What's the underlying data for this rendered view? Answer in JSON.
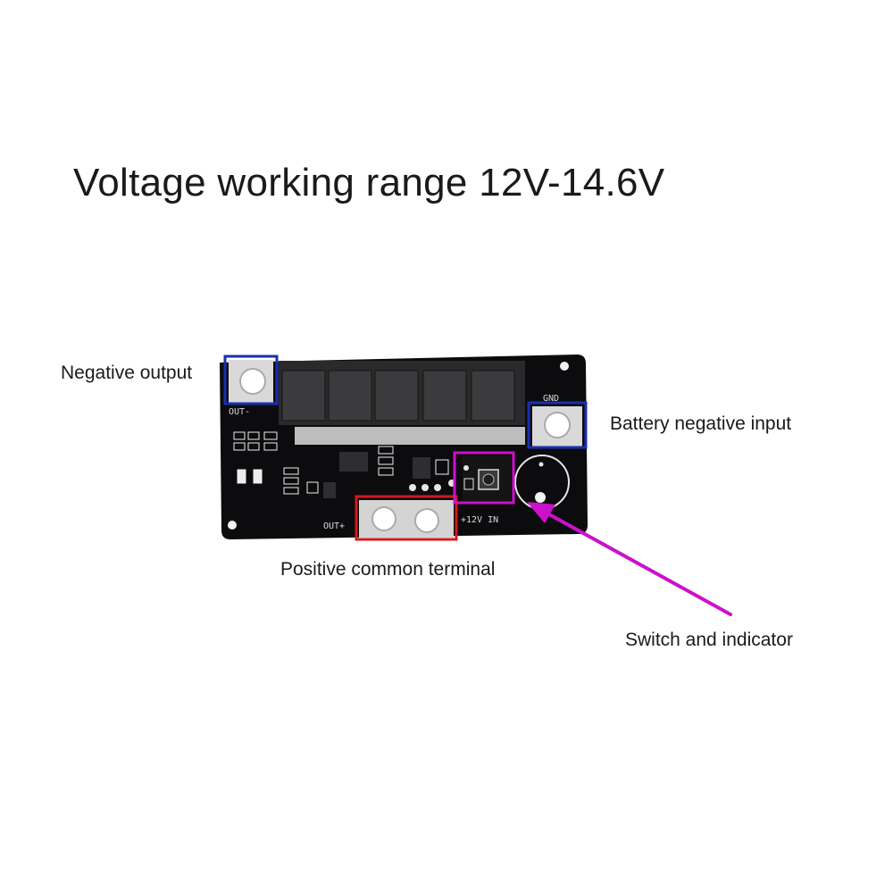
{
  "title": "Voltage working range 12V-14.6V",
  "callouts": {
    "negative_output": "Negative output",
    "battery_negative_input": "Battery negative input",
    "positive_common_terminal": "Positive common terminal",
    "switch_and_indicator": "Switch and indicator"
  },
  "silkscreen": {
    "out_minus": "OUT-",
    "out_plus": "OUT+",
    "gnd": "GND",
    "input_12v": "+12V IN"
  },
  "colors": {
    "board": "#0c0c0e",
    "terminal": "#d9d9d9",
    "highlight_blue": "#1a2fb0",
    "highlight_red": "#d11a1a",
    "highlight_magenta": "#cc11cc"
  }
}
